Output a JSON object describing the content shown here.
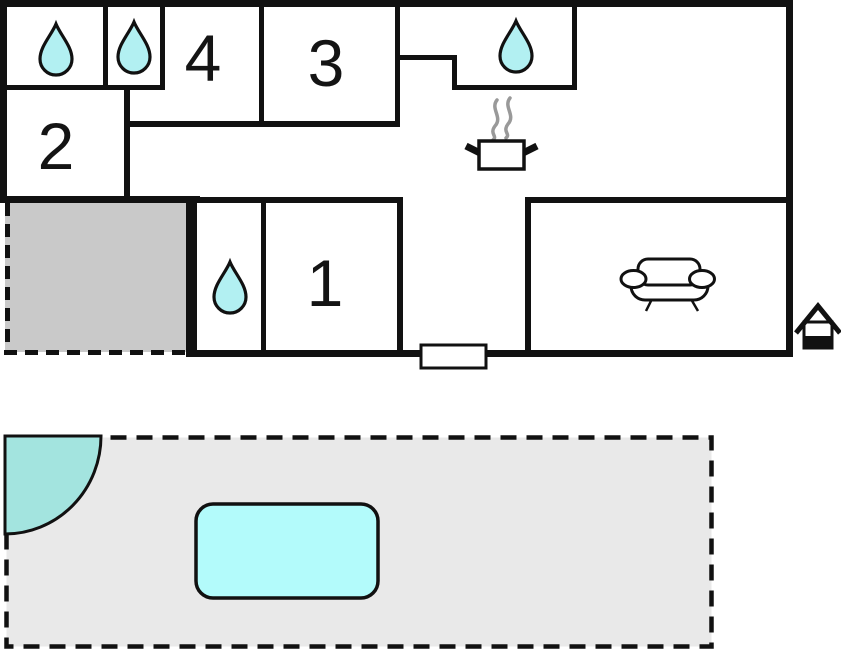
{
  "rooms": {
    "r1": {
      "label": "1"
    },
    "r2": {
      "label": "2"
    },
    "r3": {
      "label": "3"
    },
    "r4": {
      "label": "4"
    }
  },
  "icons": {
    "water_drop": "water-drop-icon",
    "cooking_pot": "cooking-pot-icon",
    "steam": "steam-icon",
    "sofa": "sofa-icon",
    "house": "house-icon",
    "door": "entrance-door",
    "pool": "swimming-pool",
    "terrace": "terrace-area",
    "garden": "garden-area",
    "quarter": "quarter-circle-feature"
  },
  "colors": {
    "wall": "#111111",
    "water_drop": "#b2f0f2",
    "pool": "#b3fbfb",
    "quarter_circle": "#a3e4df",
    "terrace": "#c9c9c9",
    "garden": "#e9e9e9",
    "steam": "#999999",
    "door": "#ffffff",
    "background": "#ffffff"
  }
}
